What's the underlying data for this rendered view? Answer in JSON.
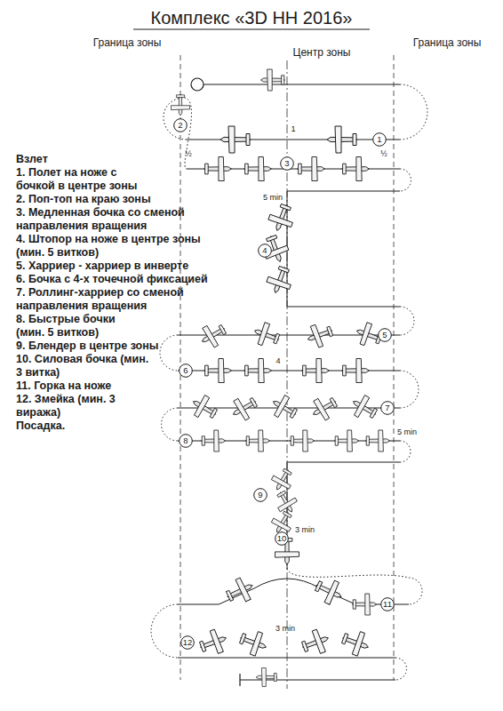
{
  "diagram": {
    "title": "Комплекс «3D НН 2016»",
    "nodes": [
      {
        "text": [
          "1"
        ]
      },
      {
        "text": [
          "2"
        ]
      },
      {
        "text": [
          "3"
        ]
      },
      {
        "text": [
          "4"
        ]
      },
      {
        "text": [
          "5"
        ]
      },
      {
        "text": [
          "6"
        ]
      },
      {
        "text": [
          "7"
        ]
      },
      {
        "text": [
          "8"
        ]
      },
      {
        "text": [
          "9"
        ]
      },
      {
        "text": [
          "10"
        ]
      },
      {
        "text": [
          "11"
        ]
      },
      {
        "text": [
          "12"
        ]
      }
    ],
    "labels": [
      "Граница зоны",
      "Центр зоны",
      "Граница зоны",
      "Взлет",
      "1. Полет на ноже с бочкой в центре зоны",
      "2. Поп-топ на краю зоны",
      "3. Медленная бочка со сменой направления вращения",
      "4. Штопор на ноже в центре зоны (мин. 5 витков)",
      "5. Харриер - харриер в инверте",
      "6. Бочка с 4-х точечной фиксацией",
      "7. Роллинг-харриер со сменой направления вращения",
      "8. Быстрые бочки (мин. 5 витков)",
      "9. Блендер в центре зоны",
      "10. Силовая бочка (мин. 3 витка)",
      "11. Горка на ноже",
      "12. Змейка (мин. 3 виража)",
      "Посадка.",
      "1",
      "½",
      "½",
      "5 min",
      "4",
      "5 min",
      "3 min",
      "3 min"
    ]
  }
}
